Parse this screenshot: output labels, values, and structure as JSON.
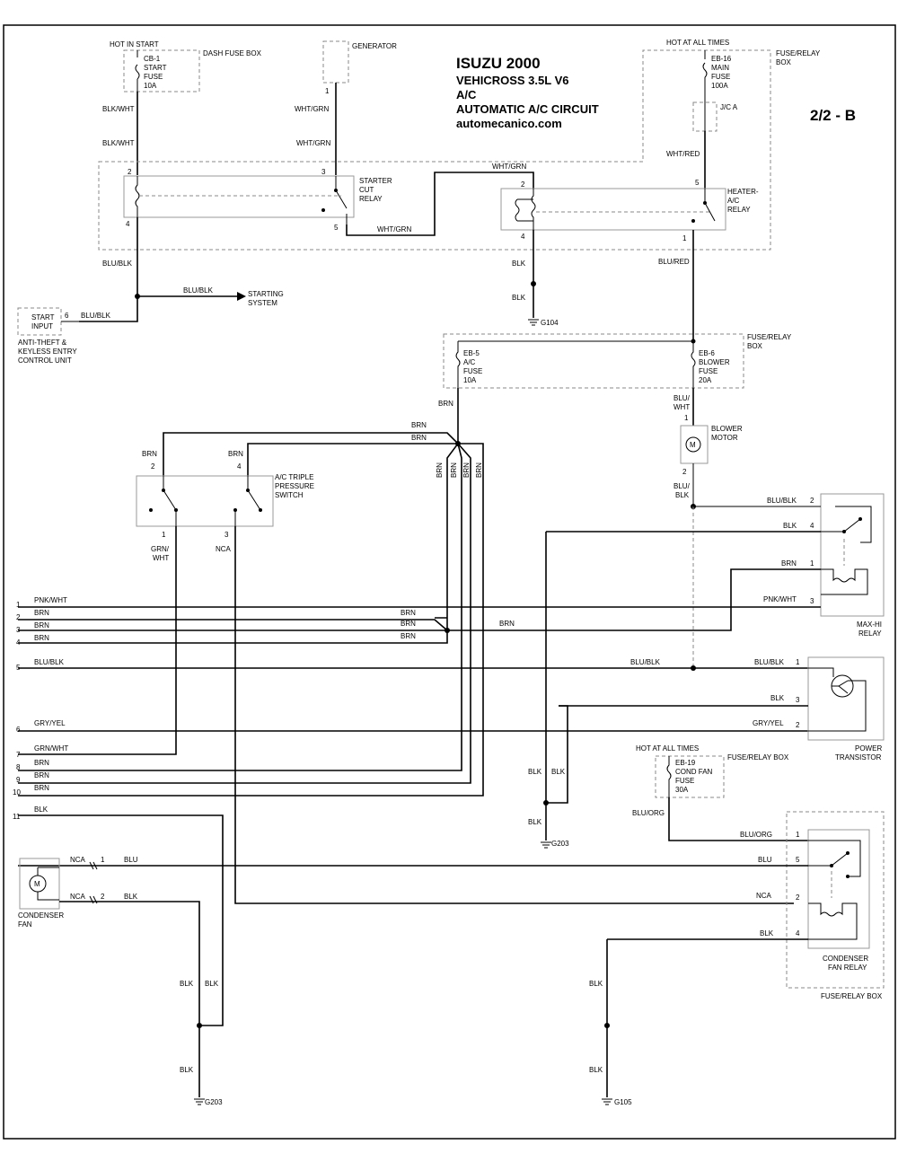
{
  "header": {
    "make_year": "ISUZU  2000",
    "model": "VEHICROSS  3.5L  V6",
    "system": "A/C",
    "circuit": "AUTOMATIC A/C CIRCUIT",
    "site": "automecanico.com",
    "page": "2/2 - B"
  },
  "labels": {
    "hot_in_start": "HOT IN START",
    "dash_fuse_box": "DASH FUSE BOX",
    "cb1_l1": "CB-1",
    "cb1_l2": "START",
    "cb1_l3": "FUSE",
    "cb1_l4": "10A",
    "generator": "GENERATOR",
    "hot_all_times": "HOT AT ALL TIMES",
    "fuse_relay_box_l1": "FUSE/RELAY",
    "fuse_relay_box_l2": "BOX",
    "eb16_l1": "EB-16",
    "eb16_l2": "MAIN",
    "eb16_l3": "FUSE",
    "eb16_l4": "100A",
    "jca": "J/C A",
    "starter_cut_l1": "STARTER",
    "starter_cut_l2": "CUT",
    "starter_cut_l3": "RELAY",
    "heater_ac_l1": "HEATER-",
    "heater_ac_l2": "A/C",
    "heater_ac_l3": "RELAY",
    "starting_l1": "STARTING",
    "starting_l2": "SYSTEM",
    "start_input_l1": "START",
    "start_input_l2": "INPUT",
    "antitheft_l1": "ANTI-THEFT &",
    "antitheft_l2": "KEYLESS ENTRY",
    "antitheft_l3": "CONTROL UNIT",
    "g104": "G104",
    "eb5_l1": "EB-5",
    "eb5_l2": "A/C",
    "eb5_l3": "FUSE",
    "eb5_l4": "10A",
    "eb6_l1": "EB-6",
    "eb6_l2": "BLOWER",
    "eb6_l3": "FUSE",
    "eb6_l4": "20A",
    "blower_l1": "BLOWER",
    "blower_l2": "MOTOR",
    "triple_l1": "A/C TRIPLE",
    "triple_l2": "PRESSURE",
    "triple_l3": "SWITCH",
    "maxhi_l1": "MAX-HI",
    "maxhi_l2": "RELAY",
    "power_l1": "POWER",
    "power_l2": "TRANSISTOR",
    "eb19_l1": "EB-19",
    "eb19_l2": "COND FAN",
    "eb19_l3": "FUSE",
    "eb19_l4": "30A",
    "fuse_relay_box_one": "FUSE/RELAY BOX",
    "condfan_relay_l1": "CONDENSER",
    "condfan_relay_l2": "FAN RELAY",
    "condenser_l1": "CONDENSER",
    "condenser_l2": "FAN",
    "g203": "G203",
    "g105": "G105",
    "motor_m": "M"
  },
  "wires": {
    "blk_wht": "BLK/WHT",
    "wht_grn": "WHT/GRN",
    "wht_red": "WHT/RED",
    "blu_blk": "BLU/BLK",
    "blk": "BLK",
    "blu_red": "BLU/RED",
    "brn": "BRN",
    "blu_wht_l1": "BLU/",
    "blu_wht_l2": "WHT",
    "blu_blk_l1": "BLU/",
    "blu_blk_l2": "BLK",
    "grn_wht_l1": "GRN/",
    "grn_wht_l2": "WHT",
    "nca": "NCA",
    "pnk_wht": "PNK/WHT",
    "gry_yel": "GRY/YEL",
    "grn_wht": "GRN/WHT",
    "blu_org": "BLU/ORG",
    "blu": "BLU"
  },
  "pins": {
    "p1": "1",
    "p2": "2",
    "p3": "3",
    "p4": "4",
    "p5": "5",
    "p6": "6",
    "p7": "7",
    "p8": "8",
    "p9": "9",
    "p10": "10",
    "p11": "11"
  }
}
